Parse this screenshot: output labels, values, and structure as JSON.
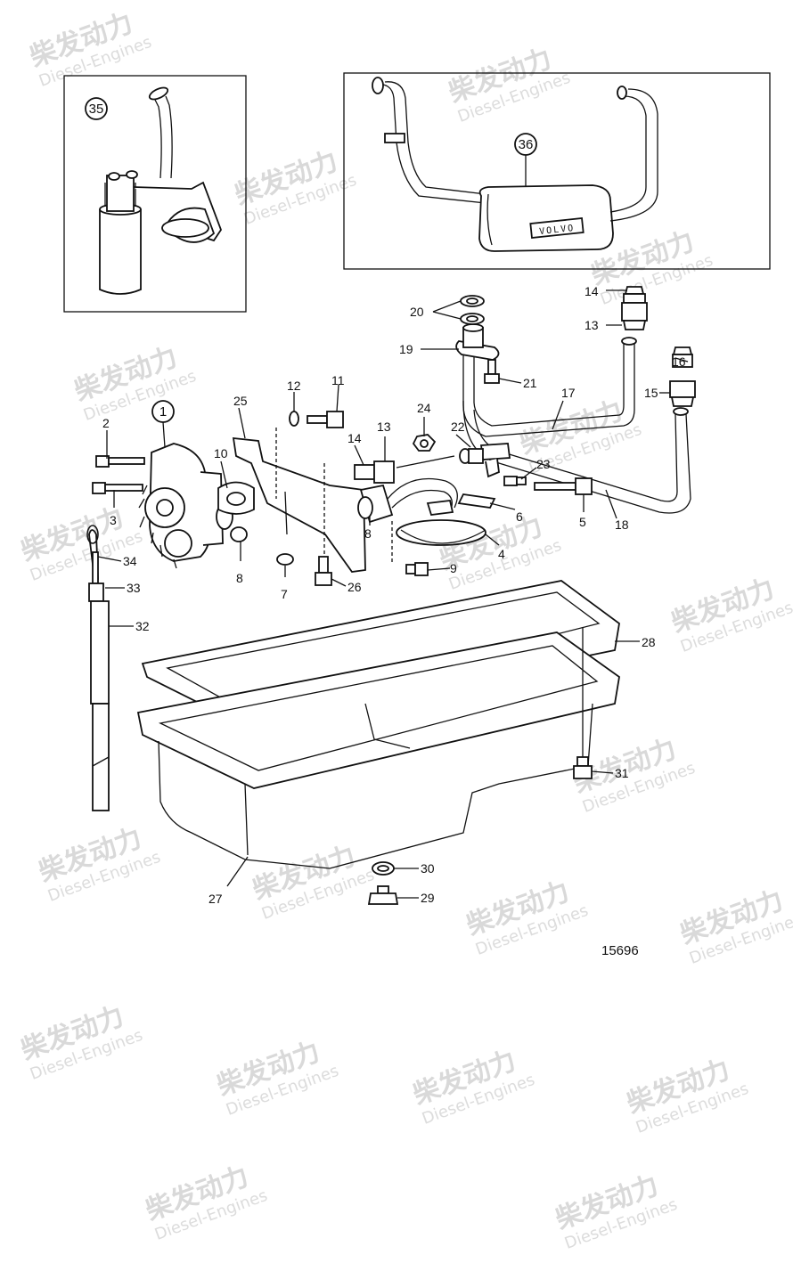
{
  "watermark": {
    "cn": "柴发动力",
    "en": "Diesel-Engines"
  },
  "drawing_number": "15696",
  "callouts": {
    "c35": "35",
    "c36": "36",
    "c1": "1",
    "c2": "2",
    "c3": "3",
    "c4": "4",
    "c5": "5",
    "c6": "6",
    "c7": "7",
    "c8a": "8",
    "c8b": "8",
    "c9": "9",
    "c10": "10",
    "c11": "11",
    "c12": "12",
    "c13a": "13",
    "c13b": "13",
    "c14a": "14",
    "c14b": "14",
    "c15": "15",
    "c16": "16",
    "c17": "17",
    "c18": "18",
    "c19": "19",
    "c20": "20",
    "c21": "21",
    "c22": "22",
    "c23": "23",
    "c24": "24",
    "c25": "25",
    "c26": "26",
    "c27": "27",
    "c28": "28",
    "c29": "29",
    "c30": "30",
    "c31": "31",
    "c32": "32",
    "c33": "33",
    "c34": "34"
  },
  "brand_text": "VOLVO"
}
